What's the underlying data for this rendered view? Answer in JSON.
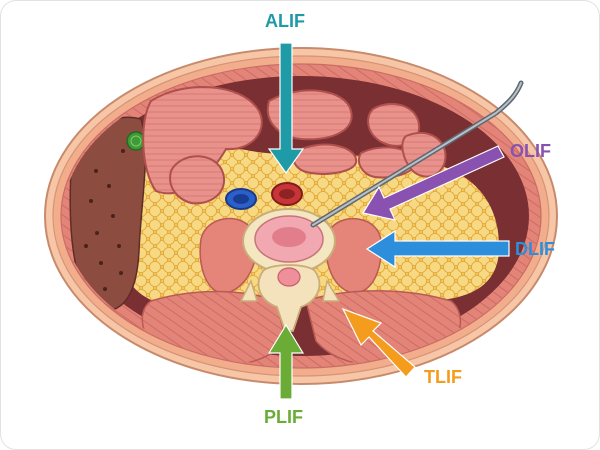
{
  "labels": {
    "alif": "ALIF",
    "olif": "OLIF",
    "dlif": "DLIF",
    "tlif": "TLIF",
    "plif": "PLIF"
  },
  "colors": {
    "alif": "#1e9ba6",
    "olif": "#8a52b0",
    "dlif": "#2d8fdc",
    "tlif": "#f39c1d",
    "plif": "#6aac36",
    "skin": "#f2b28f",
    "muscle": "#e07e74",
    "fat": "#f6c85c",
    "organ": "#e8918c",
    "liver": "#8a4a3e",
    "vein": "#2b5fc9",
    "artery": "#c93536",
    "bone": "#f5e8c8",
    "disc": "#f2a6ae"
  }
}
